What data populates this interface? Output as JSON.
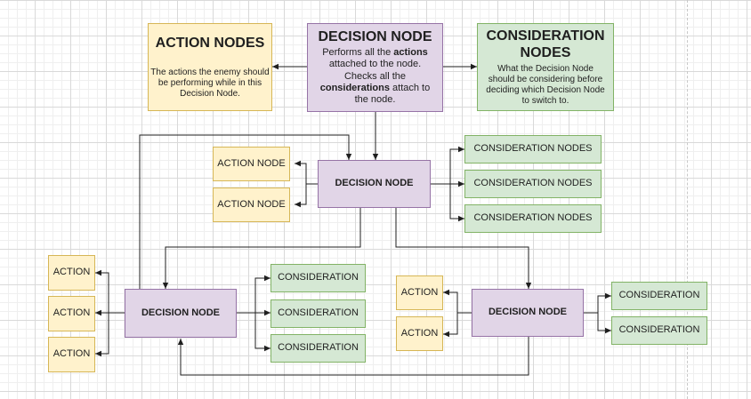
{
  "legend": {
    "action": {
      "title": "ACTION NODES",
      "description": "The actions the enemy should be performing while in this Decision Node."
    },
    "decision": {
      "title": "DECISION NODE",
      "desc_1": "Performs all the ",
      "desc_2": "actions",
      "desc_3": " attached to the node. Checks all the ",
      "desc_4": "considerations",
      "desc_5": " attach to the node."
    },
    "consideration": {
      "title": "CONSIDERATION NODES",
      "description": "What the Decision Node should be considering before deciding which Decision Node to switch to."
    }
  },
  "tree": {
    "root": {
      "label": "DECISION NODE",
      "actions": [
        "ACTION NODE",
        "ACTION NODE"
      ],
      "considerations": [
        "CONSIDERATION NODES",
        "CONSIDERATION NODES",
        "CONSIDERATION NODES"
      ]
    },
    "left": {
      "label": "DECISION NODE",
      "actions": [
        "ACTION",
        "ACTION",
        "ACTION"
      ],
      "considerations": [
        "CONSIDERATION",
        "CONSIDERATION",
        "CONSIDERATION"
      ]
    },
    "right": {
      "label": "DECISION NODE",
      "actions": [
        "ACTION",
        "ACTION"
      ],
      "considerations": [
        "CONSIDERATION",
        "CONSIDERATION"
      ]
    }
  },
  "colors": {
    "action_fill": "#fff2cc",
    "action_stroke": "#d6b656",
    "decision_fill": "#e1d5e7",
    "decision_stroke": "#9673a6",
    "consideration_fill": "#d5e8d4",
    "consideration_stroke": "#82b366",
    "edge": "#1f1f1f"
  }
}
